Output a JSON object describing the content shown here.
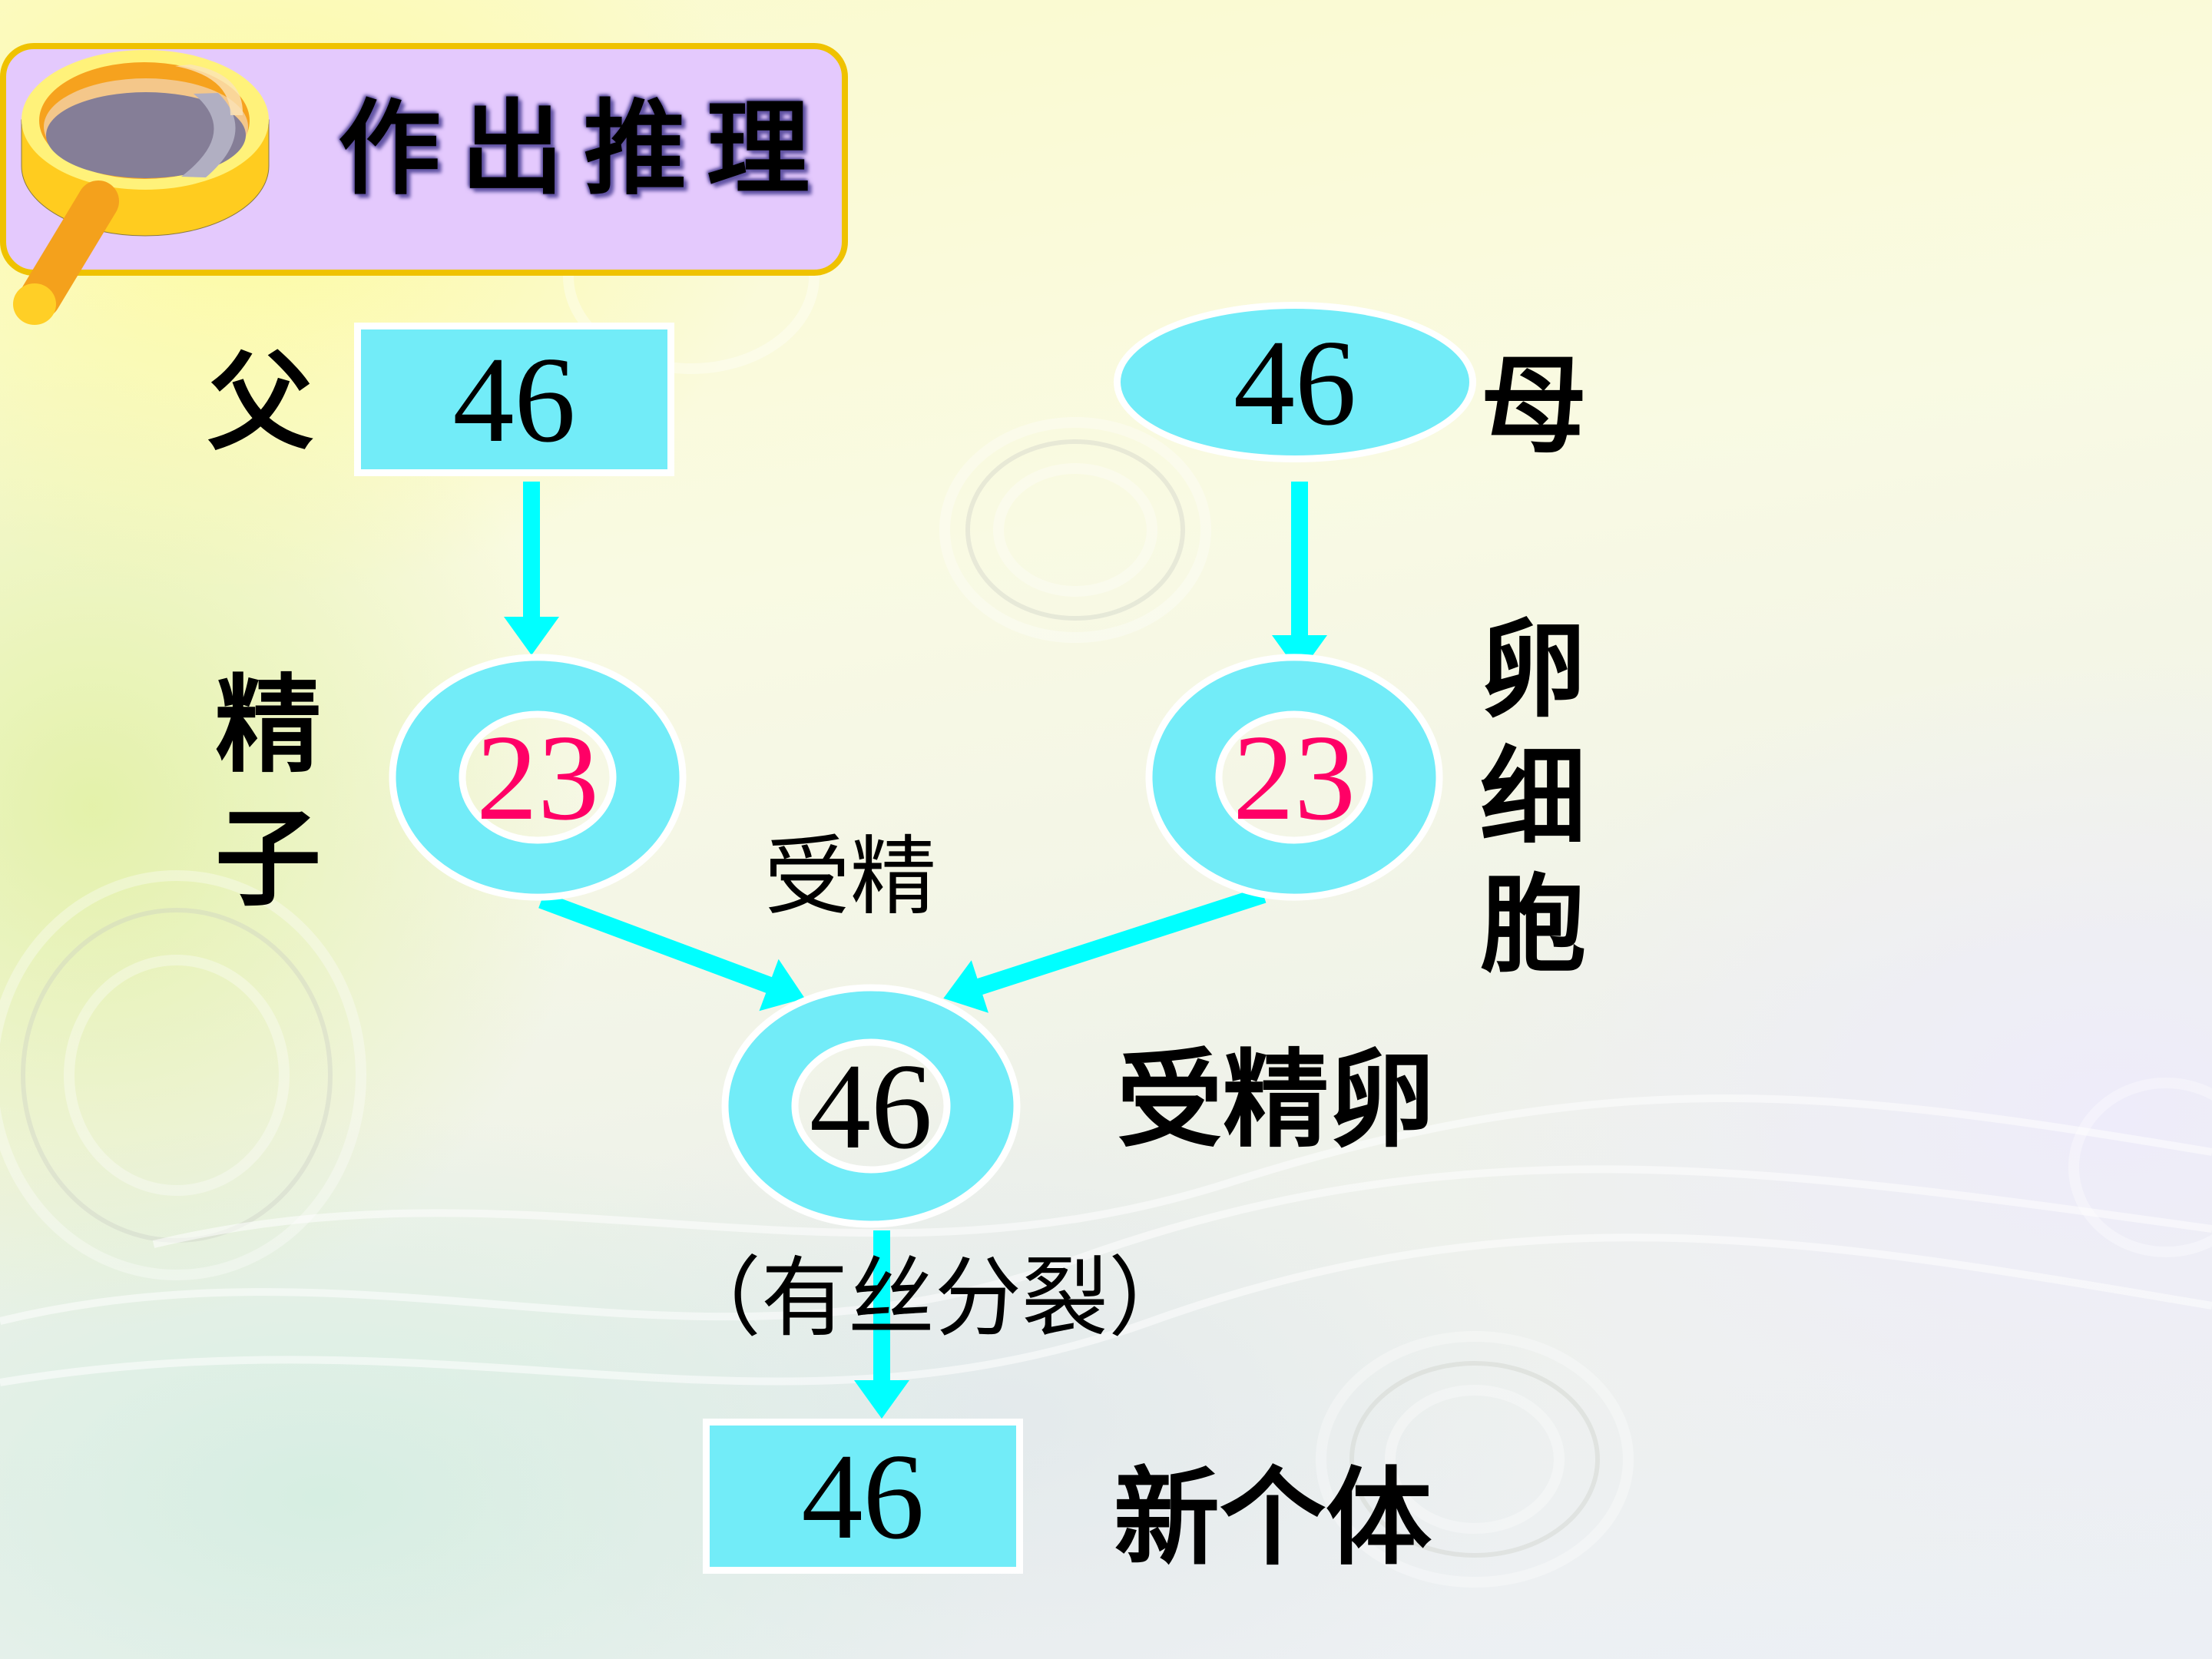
{
  "header": {
    "title": "作出推理",
    "icon": "magnifier-icon"
  },
  "diagram": {
    "father": {
      "label": "父",
      "value": "46",
      "shape": "rectangle"
    },
    "mother": {
      "label": "母",
      "value": "46",
      "shape": "ellipse"
    },
    "sperm": {
      "label": "精子",
      "value": "23",
      "shape": "ring"
    },
    "egg": {
      "label": "卵细胞",
      "value": "23",
      "shape": "ring"
    },
    "fertilization_label": "受精",
    "zygote": {
      "label": "受精卵",
      "value": "46",
      "shape": "ring"
    },
    "mitosis_label": "（有丝分裂）",
    "offspring": {
      "label": "新个体",
      "value": "46",
      "shape": "rectangle"
    },
    "edges": [
      {
        "from": "father",
        "to": "sperm"
      },
      {
        "from": "mother",
        "to": "egg"
      },
      {
        "from": "sperm",
        "to": "zygote"
      },
      {
        "from": "egg",
        "to": "zygote"
      },
      {
        "from": "zygote",
        "to": "offspring"
      }
    ]
  },
  "colors": {
    "shape_fill": "#72ecf8",
    "shape_border": "#ffffff",
    "arrow": "#00ffff",
    "haploid_number": "#ff0066",
    "header_fill": "#e4c9fd",
    "header_border": "#efc200"
  }
}
